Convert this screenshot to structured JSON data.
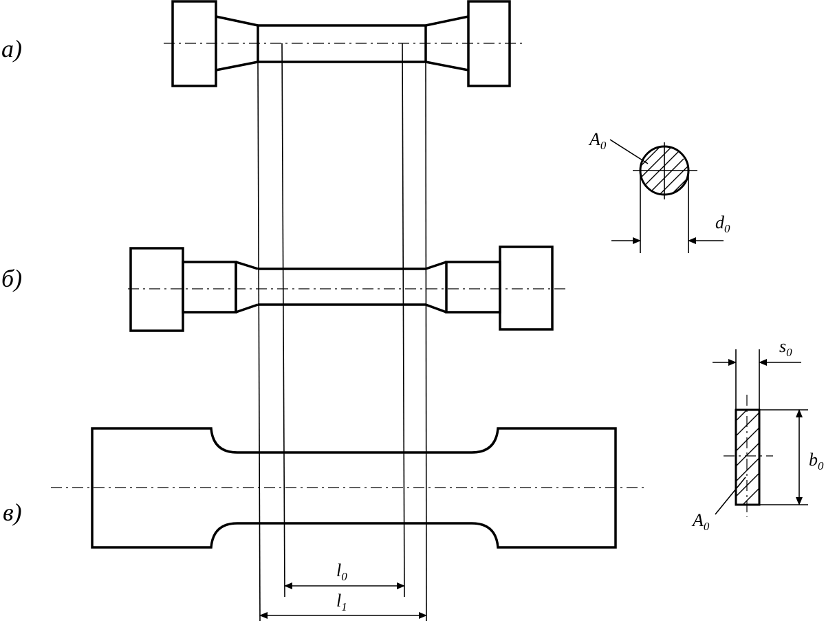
{
  "labels": {
    "fig_a": "а)",
    "fig_b": "б)",
    "fig_c": "в)",
    "area_round_sym": "A",
    "area_round_sub": "0",
    "diameter_sym": "d",
    "diameter_sub": "0",
    "thickness_sym": "s",
    "thickness_sub": "0",
    "width_sym": "b",
    "width_sub": "0",
    "area_flat_sym": "A",
    "area_flat_sub": "0",
    "gauge_initial_sym": "l",
    "gauge_initial_sub": "0",
    "gauge_final_sym": "l",
    "gauge_final_sub": "1"
  },
  "colors": {
    "ink": "#000000",
    "background": "#ffffff"
  }
}
